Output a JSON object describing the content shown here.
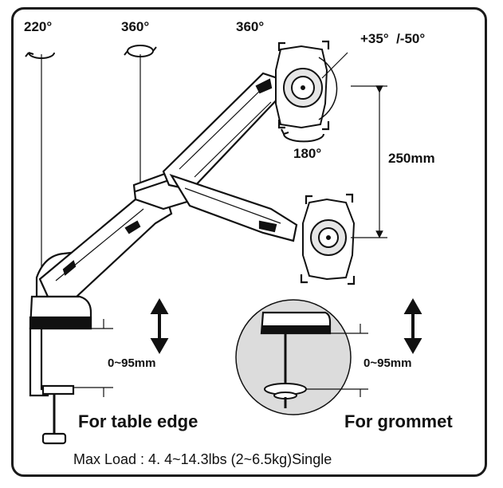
{
  "rotations": {
    "base": "220°",
    "arm": "360°",
    "head": "360°",
    "tilt": "+35°  /-50°",
    "rotate": "180°"
  },
  "dimensions": {
    "height_adjust": "250mm",
    "clamp_table": "0~95mm",
    "clamp_grommet": "0~95mm"
  },
  "mounts": {
    "table": "For table edge",
    "grommet": "For grommet"
  },
  "footer": {
    "max_load": "Max Load : 4. 4~14.3lbs (2~6.5kg)Single"
  },
  "colors": {
    "ink": "#111111",
    "arm_fill": "#ffffff",
    "shade": "#d9d9d9",
    "grommet_bg": "#dcdcdc"
  }
}
